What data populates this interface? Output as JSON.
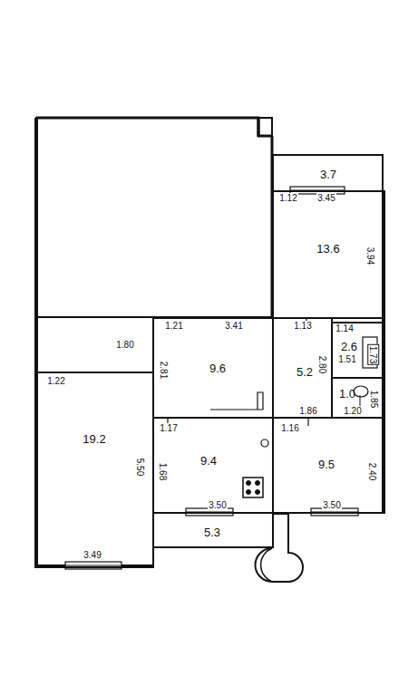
{
  "diagram": {
    "nodes": [
      {
        "text": [
          "3.7"
        ]
      },
      {
        "text": [
          "13.6"
        ]
      },
      {
        "text": [
          "9.6"
        ]
      },
      {
        "text": [
          "5.2"
        ]
      },
      {
        "text": [
          "2.6"
        ]
      },
      {
        "text": [
          "1.0"
        ]
      },
      {
        "text": [
          "19.2"
        ]
      },
      {
        "text": [
          "9.4"
        ]
      },
      {
        "text": [
          "9.5"
        ]
      },
      {
        "text": [
          "5.3"
        ]
      }
    ],
    "edges": [],
    "labels": [
      "1.12",
      "3.45",
      "3.94",
      "1.21",
      "3.41",
      "1.13",
      "1.80",
      "2.81",
      "1.14",
      "1.51",
      "1.73",
      "2.80",
      "1.85",
      "1.20",
      "1.22",
      "5.50",
      "1.17",
      "1.68",
      "1.86",
      "1.16",
      "2.40",
      "3.50",
      "3.50",
      "3.49"
    ]
  }
}
